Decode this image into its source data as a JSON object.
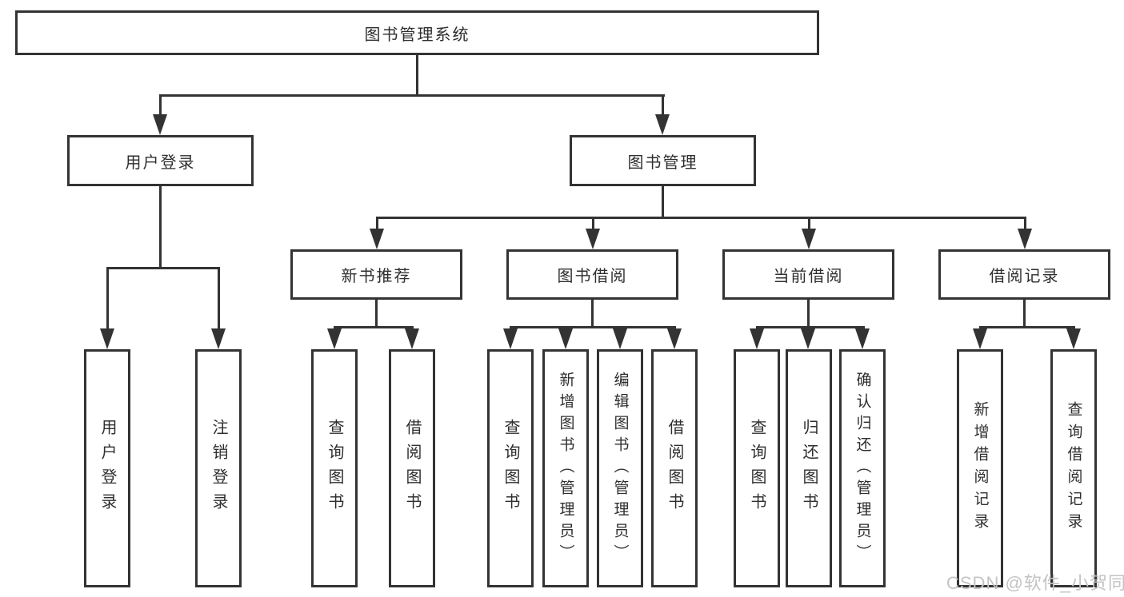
{
  "diagram": {
    "root": "图书管理系统",
    "level2": {
      "user_login": "用户登录",
      "book_management": "图书管理"
    },
    "level3": {
      "new_book_recommend": "新书推荐",
      "book_borrow": "图书借阅",
      "current_borrow": "当前借阅",
      "borrow_record": "借阅记录"
    },
    "level4": {
      "user_login": [
        "用户登录",
        "注销登录"
      ],
      "new_book_recommend": [
        "查询图书",
        "借阅图书"
      ],
      "book_borrow": [
        "查询图书",
        "新增图书（管理员）",
        "编辑图书（管理员）",
        "借阅图书"
      ],
      "current_borrow": [
        "查询图书",
        "归还图书",
        "确认归还（管理员）"
      ],
      "borrow_record": [
        "新增借阅记录",
        "查询借阅记录"
      ]
    },
    "colors": {
      "line": "#333333",
      "text": "#2f2f2f",
      "watermark_text": "#c3c3c3",
      "background": "#ffffff"
    }
  },
  "watermark": "CSDN @软件_小贺同学"
}
